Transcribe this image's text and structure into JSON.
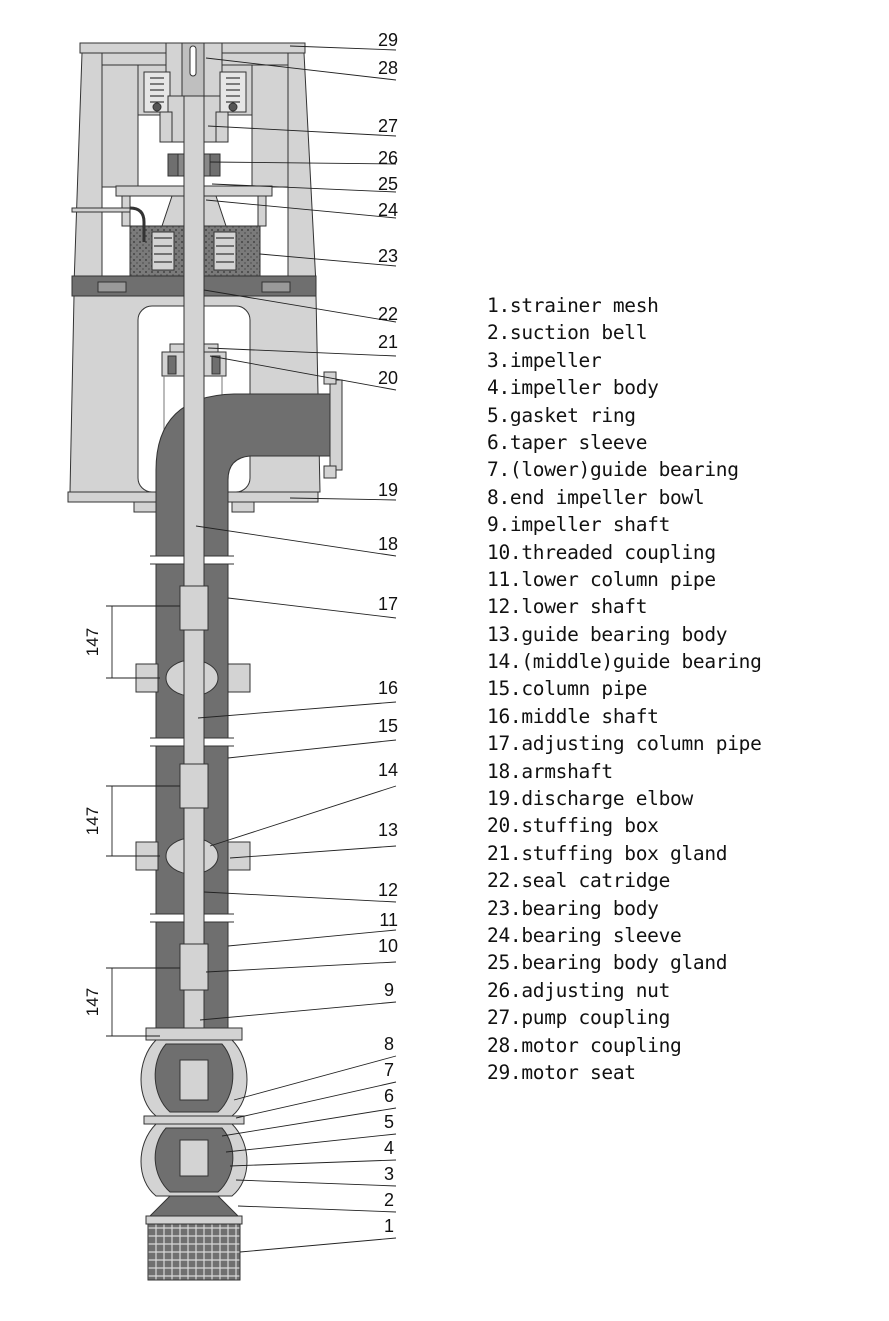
{
  "callouts": [
    "1",
    "2",
    "3",
    "4",
    "5",
    "6",
    "7",
    "8",
    "9",
    "10",
    "11",
    "12",
    "13",
    "14",
    "15",
    "16",
    "17",
    "18",
    "19",
    "20",
    "21",
    "22",
    "23",
    "24",
    "25",
    "26",
    "27",
    "28",
    "29"
  ],
  "dimensions": [
    "147",
    "147",
    "147"
  ],
  "legend": [
    "1.strainer mesh",
    "2.suction bell",
    "3.impeller",
    "4.impeller body",
    "5.gasket ring",
    "6.taper sleeve",
    "7.(lower)guide bearing",
    "8.end impeller bowl",
    "9.impeller shaft",
    "10.threaded coupling",
    "11.lower column pipe",
    "12.lower shaft",
    "13.guide bearing body",
    "14.(middle)guide bearing",
    "15.column pipe",
    "16.middle shaft",
    "17.adjusting column pipe",
    "18.armshaft",
    "19.discharge elbow",
    "20.stuffing box",
    "21.stuffing box gland",
    "22.seal catridge",
    "23.bearing body",
    "24.bearing sleeve",
    "25.bearing body gland",
    "26.adjusting nut",
    "27.pump coupling",
    "28.motor coupling",
    "29.motor seat"
  ],
  "colors": {
    "light": "#d3d3d3",
    "dark": "#6f6f6f",
    "outline": "#333333"
  }
}
